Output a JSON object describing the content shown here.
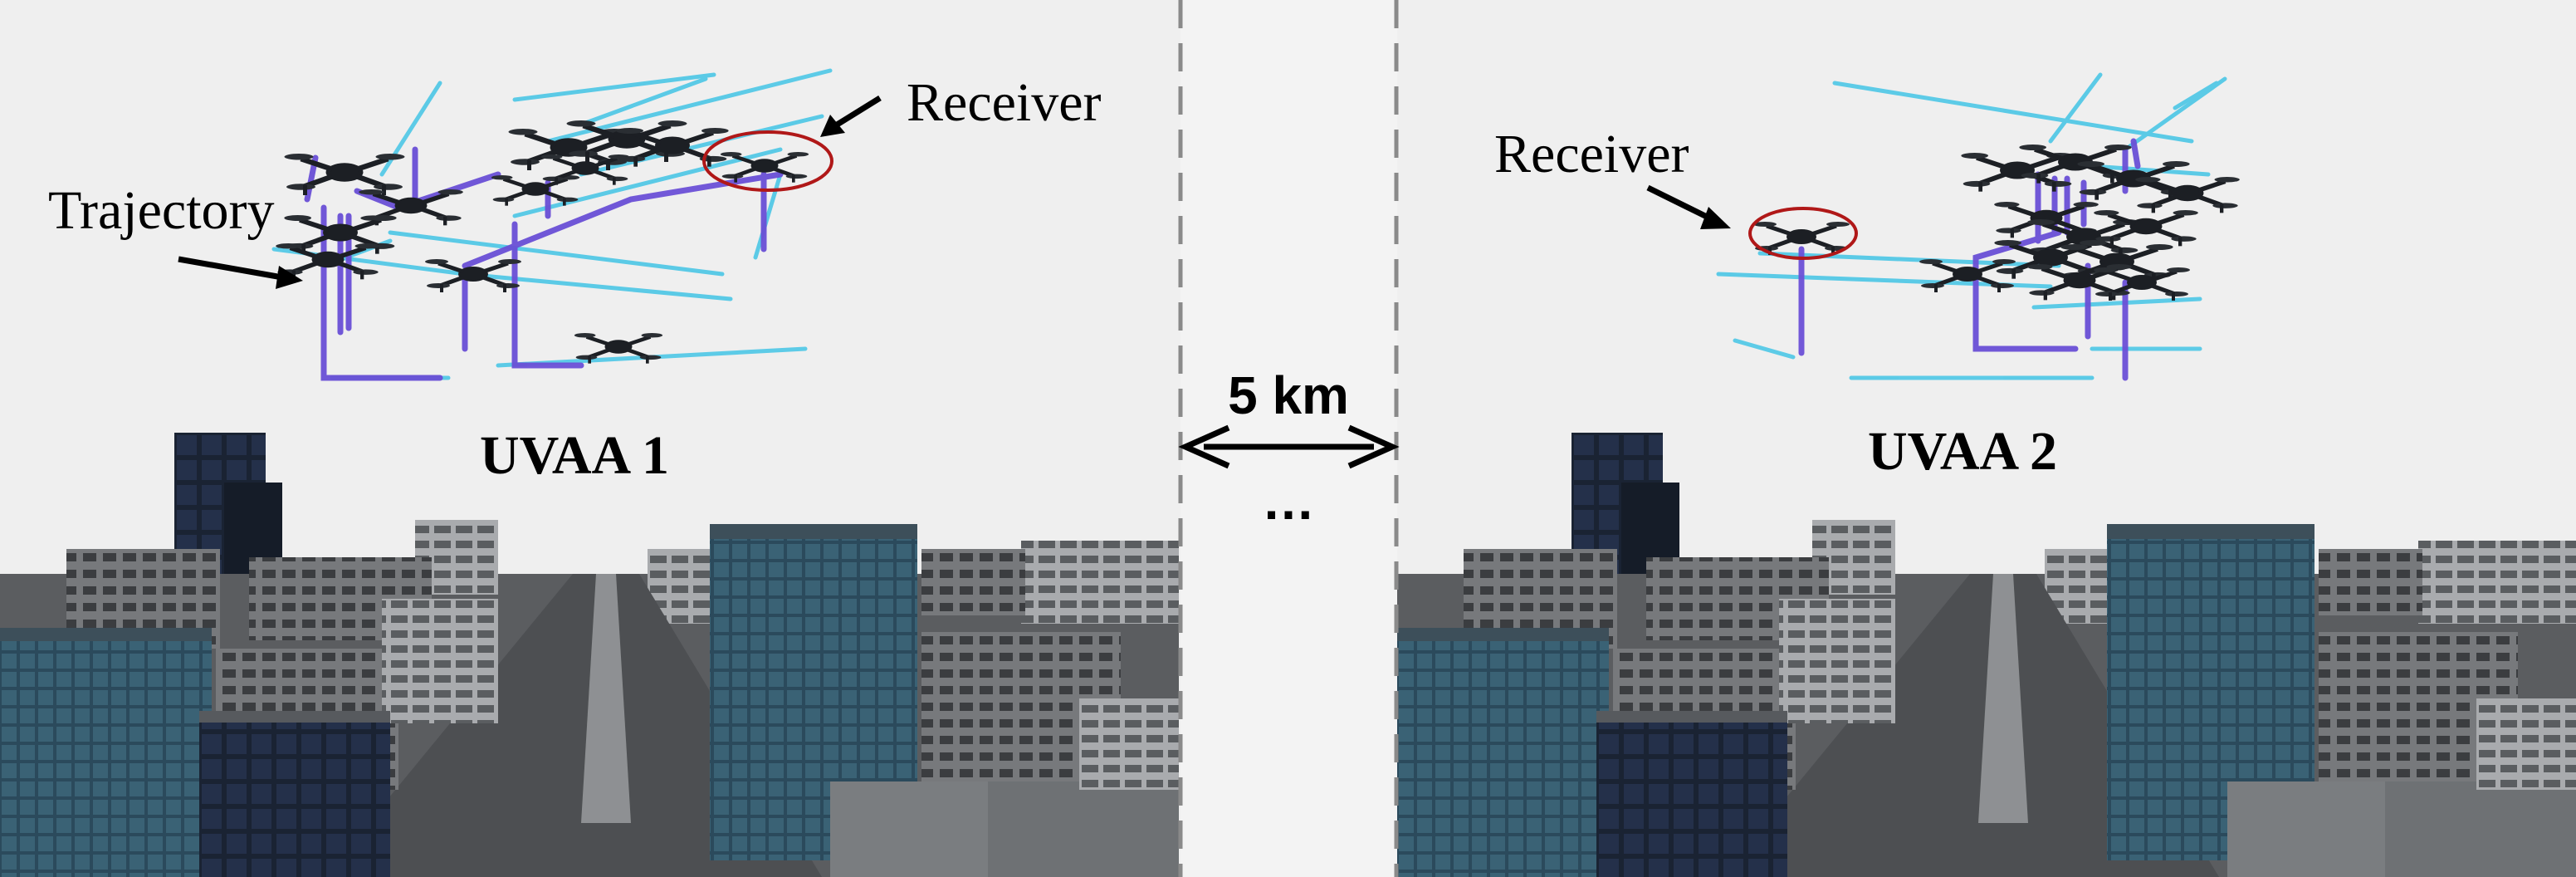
{
  "panels": [
    {
      "title": "UVAA 1",
      "annotations": {
        "receiver": "Receiver",
        "trajectory": "Trajectory"
      }
    },
    {
      "title": "UVAA 2",
      "annotations": {
        "receiver": "Receiver"
      }
    }
  ],
  "separator": {
    "distance": "5 km",
    "ellipsis": "…"
  },
  "colors": {
    "sky": "#efefef",
    "trajectory_dark": "#6a4fd6",
    "trajectory_light": "#4cc6e6",
    "receiver_circle": "#b01818",
    "drone": "#1c1f24",
    "building_glass": "#2b4a5c",
    "building_dark": "#1a2333",
    "building_gray": "#6f7377",
    "road": "#4d4f52"
  }
}
